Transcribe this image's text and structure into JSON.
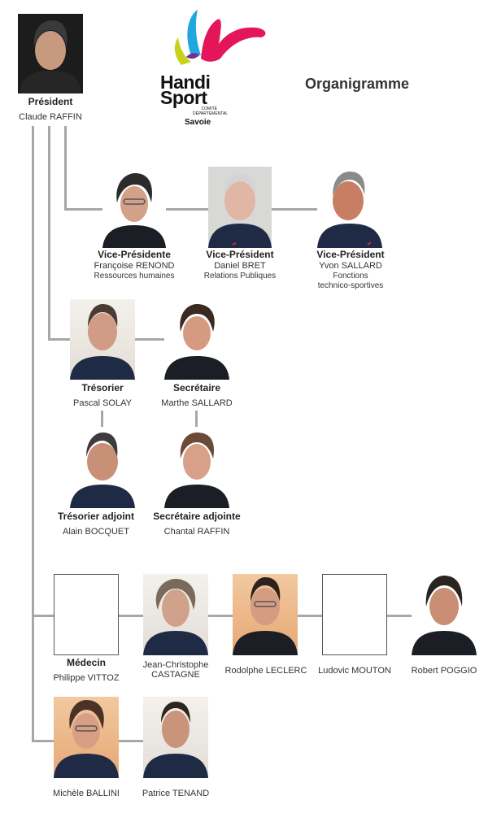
{
  "page": {
    "title": "Organigramme"
  },
  "logo": {
    "line1": "Handi",
    "line2": "Sport",
    "subline_1": "COMITÉ",
    "subline_2": "DÉPARTEMENTAL",
    "region": "Savoie",
    "colors": [
      "#e4165a",
      "#1ea7e1",
      "#c9d21a",
      "#7a2b8e"
    ]
  },
  "colors": {
    "connector": "#a7a7a7",
    "text": "#222222",
    "shirt": "#1f2a44",
    "shirt_dark": "#1b1e24"
  },
  "members": {
    "president": {
      "role": "Président",
      "name": "Claude RAFFIN"
    },
    "vp_renond": {
      "role": "Vice-Présidente",
      "name": "Françoise RENOND",
      "detail": "Ressources humaines"
    },
    "vp_bret": {
      "role": "Vice-Président",
      "name": "Daniel BRET",
      "detail": "Relations Publiques"
    },
    "vp_sallard": {
      "role": "Vice-Président",
      "name": "Yvon SALLARD",
      "detail_1": "Fonctions",
      "detail_2": "technico-sportives"
    },
    "tresorier": {
      "role": "Trésorier",
      "name": "Pascal SOLAY"
    },
    "secretaire": {
      "role": "Secrétaire",
      "name": "Marthe SALLARD"
    },
    "tresorier_adjoint": {
      "role": "Trésorier adjoint",
      "name": "Alain BOCQUET"
    },
    "secretaire_adjointe": {
      "role": "Secrétaire adjointe",
      "name": "Chantal RAFFIN"
    },
    "medecin": {
      "role": "Médecin",
      "name": "Philippe VITTOZ"
    },
    "castagne": {
      "name_1": "Jean-Christophe",
      "name_2": "CASTAGNE"
    },
    "leclerc": {
      "name": "Rodolphe LECLERC"
    },
    "mouton": {
      "name": "Ludovic MOUTON"
    },
    "poggio": {
      "name": "Robert POGGIO"
    },
    "ballini": {
      "name": "Michèle BALLINI"
    },
    "tenand": {
      "name": "Patrice TENAND"
    }
  }
}
